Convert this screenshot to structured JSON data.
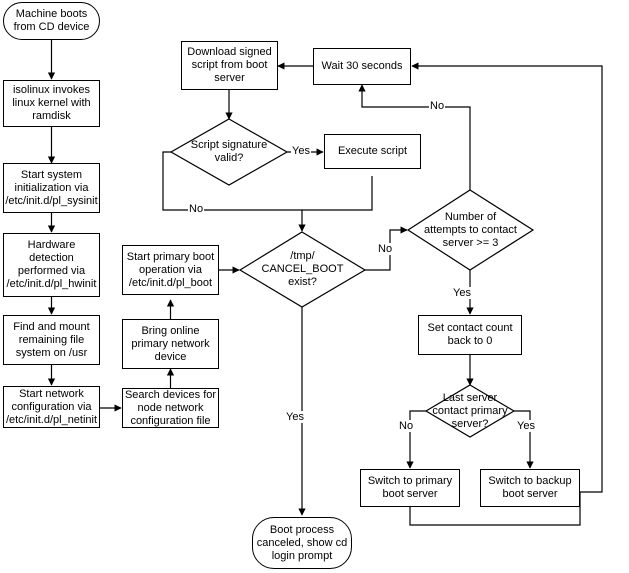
{
  "diagram": {
    "title": "Boot process flowchart",
    "stroke_color": "#000000",
    "fill_color": "#ffffff",
    "background": "#ffffff"
  },
  "nodes": {
    "machine_boots": "Machine boots\nfrom CD device",
    "isolinux": "isolinux invokes\nlinux kernel with\nramdisk",
    "sysinit": "Start system\ninitialization via\n/etc/init.d/pl_sysinit",
    "hwinit": "Hardware\ndetection\nperformed via\n/etc/init.d/pl_hwinit",
    "mount_usr": "Find and mount\nremaining file\nsystem on /usr",
    "netinit": "Start network\nconfiguration via\n/etc/init.d/pl_netinit",
    "search_devices": "Search devices for\nnode network\nconfiguration file",
    "bring_online": "Bring online\nprimary network\ndevice",
    "pl_boot": "Start primary boot\noperation via\n/etc/init.d/pl_boot",
    "cancel_boot": "/tmp/\nCANCEL_BOOT\nexist?",
    "download_script": "Download signed\nscript from boot\nserver",
    "wait_30": "Wait 30 seconds",
    "signature_valid": "Script signature\nvalid?",
    "execute_script": "Execute script",
    "attempts": "Number of\nattempts to contact\nserver >= 3",
    "set_count": "Set contact count\nback to 0",
    "last_server": "Last server\ncontact primary\nserver?",
    "switch_primary": "Switch to primary\nboot server",
    "switch_backup": "Switch to backup\nboot server",
    "boot_canceled": "Boot process\ncanceled, show cd\nlogin prompt"
  },
  "edge_labels": {
    "signature_yes": "Yes",
    "signature_no": "No",
    "cancel_no": "No",
    "cancel_yes": "Yes",
    "attempts_no": "No",
    "attempts_yes": "Yes",
    "last_server_no": "No",
    "last_server_yes": "Yes"
  }
}
